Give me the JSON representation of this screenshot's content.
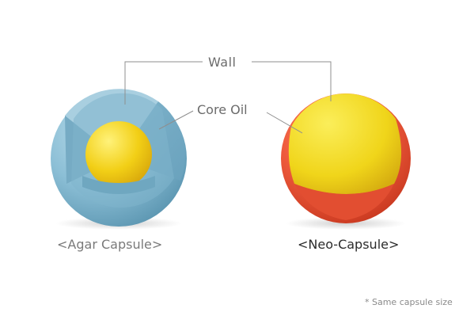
{
  "labels": {
    "wall": "Wall",
    "core_oil": "Core Oil",
    "agar_capsule": "<Agar Capsule>",
    "neo_capsule": "<Neo-Capsule>",
    "note": "* Same capsule size"
  },
  "colors": {
    "agar_wall": "#8cbfd6",
    "agar_core": "#f2cf16",
    "neo_wall": "#ee5a3c",
    "neo_core": "#f4dc24",
    "leader_line": "#8f8f8f"
  }
}
